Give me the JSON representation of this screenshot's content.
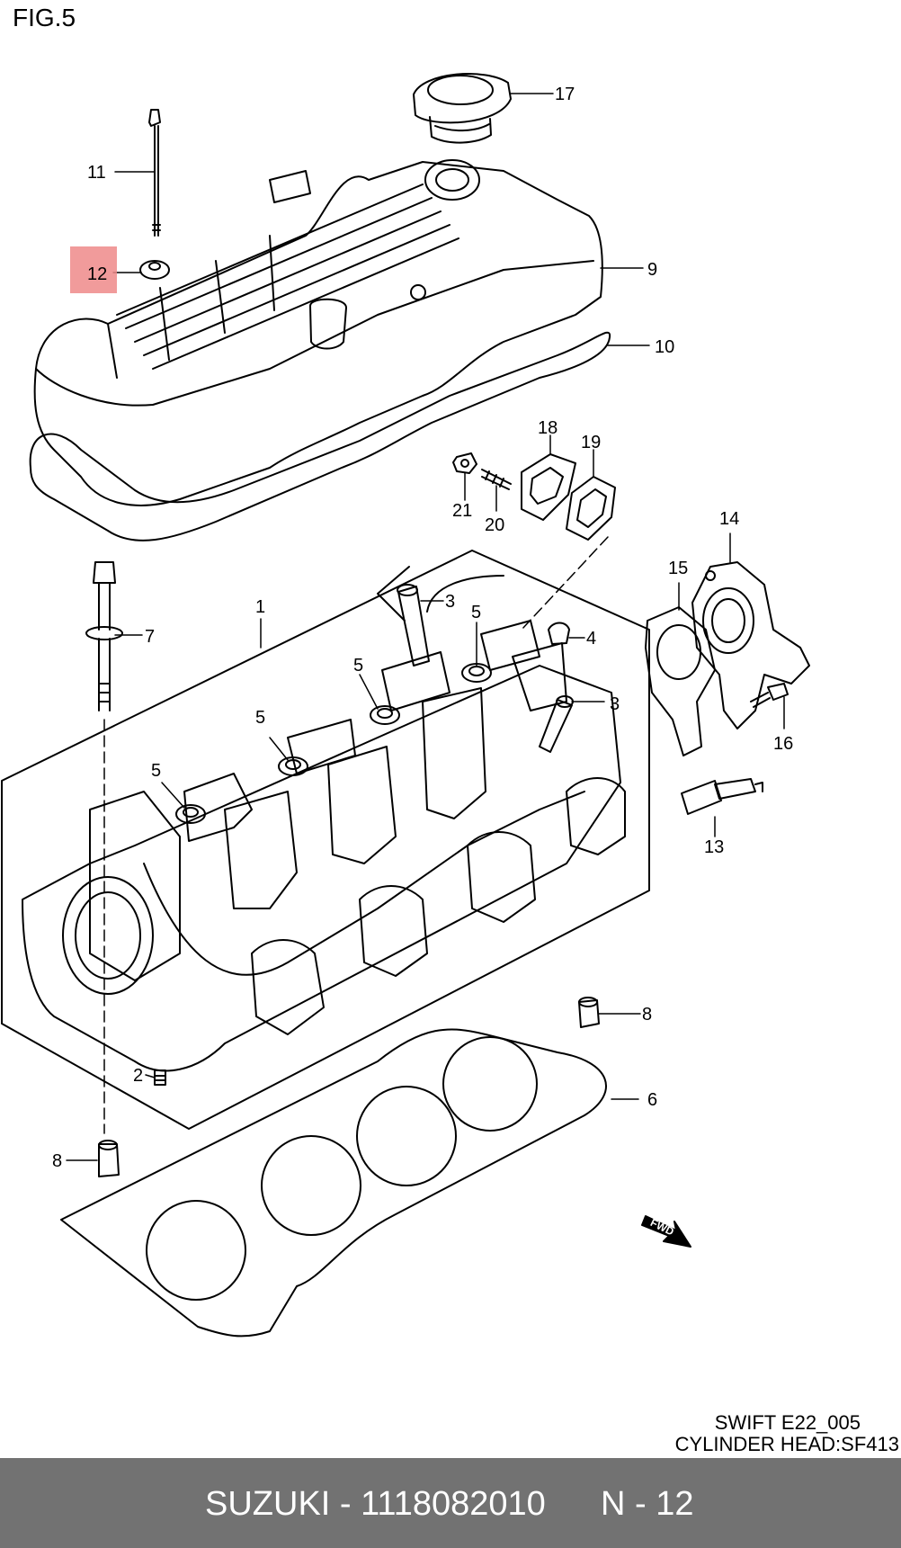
{
  "figure_label": "FIG.5",
  "highlight": {
    "color": "#ef8a8a",
    "callout": "12"
  },
  "callouts": {
    "c17": "17",
    "c11": "11",
    "c12": "12",
    "c9": "9",
    "c10": "10",
    "c18": "18",
    "c19": "19",
    "c21": "21",
    "c20": "20",
    "c14": "14",
    "c15": "15",
    "c1": "1",
    "c3a": "3",
    "c5a": "5",
    "c4": "4",
    "c7": "7",
    "c5b": "5",
    "c3b": "3",
    "c5c": "5",
    "c16": "16",
    "c5d": "5",
    "c13": "13",
    "c8a": "8",
    "c2": "2",
    "c6": "6",
    "c8b": "8"
  },
  "fwd_symbol": "FWD",
  "caption": {
    "line1": "SWIFT E22_005",
    "line2": "CYLINDER HEAD:SF413"
  },
  "footer": {
    "brand_part": "SUZUKI - 1118082010",
    "ref": "N - 12",
    "background": "#727272"
  }
}
